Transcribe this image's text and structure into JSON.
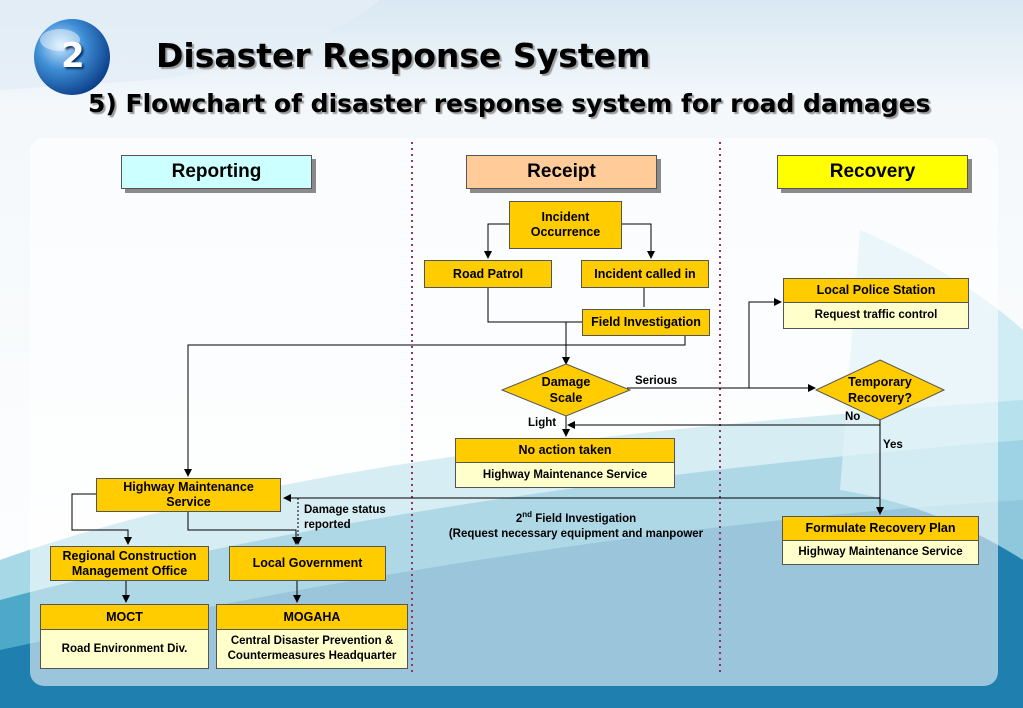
{
  "header": {
    "number": "2",
    "title": "Disaster Response System",
    "subtitle": "5)  Flowchart of disaster response system for road damages"
  },
  "columns": {
    "reporting": "Reporting",
    "receipt": "Receipt",
    "recovery": "Recovery"
  },
  "nodes": {
    "incident_occurrence": "Incident Occurrence",
    "road_patrol": "Road Patrol",
    "incident_called_in": "Incident called in",
    "field_investigation": "Field Investigation",
    "damage_scale": "Damage Scale",
    "no_action": "No action taken",
    "no_action_sub": "Highway Maintenance Service",
    "local_police": "Local Police Station",
    "local_police_sub": "Request traffic control",
    "temporary_recovery": "Temporary Recovery?",
    "formulate_plan": "Formulate Recovery Plan",
    "formulate_plan_sub": "Highway Maintenance Service",
    "highway_maintenance": "Highway Maintenance Service",
    "regional_construction": "Regional Construction Management Office",
    "local_government": "Local Government",
    "moct": "MOCT",
    "moct_sub": "Road Environment Div.",
    "mogaha": "MOGAHA",
    "mogaha_sub": "Central Disaster Prevention & Countermeasures Headquarter"
  },
  "labels": {
    "serious": "Serious",
    "light": "Light",
    "no": "No",
    "yes": "Yes",
    "damage_status": "Damage status reported",
    "second_field_prefix": "2",
    "second_field_sup": "nd",
    "second_field_rest": " Field Investigation",
    "second_field_line2": "(Request necessary equipment and manpower"
  },
  "colors": {
    "node": "#ffcc00",
    "sub_node": "#ffffcc",
    "reporting": "#ccffff",
    "receipt": "#ffcc99",
    "recovery": "#ffff00",
    "divider": "#993366"
  }
}
